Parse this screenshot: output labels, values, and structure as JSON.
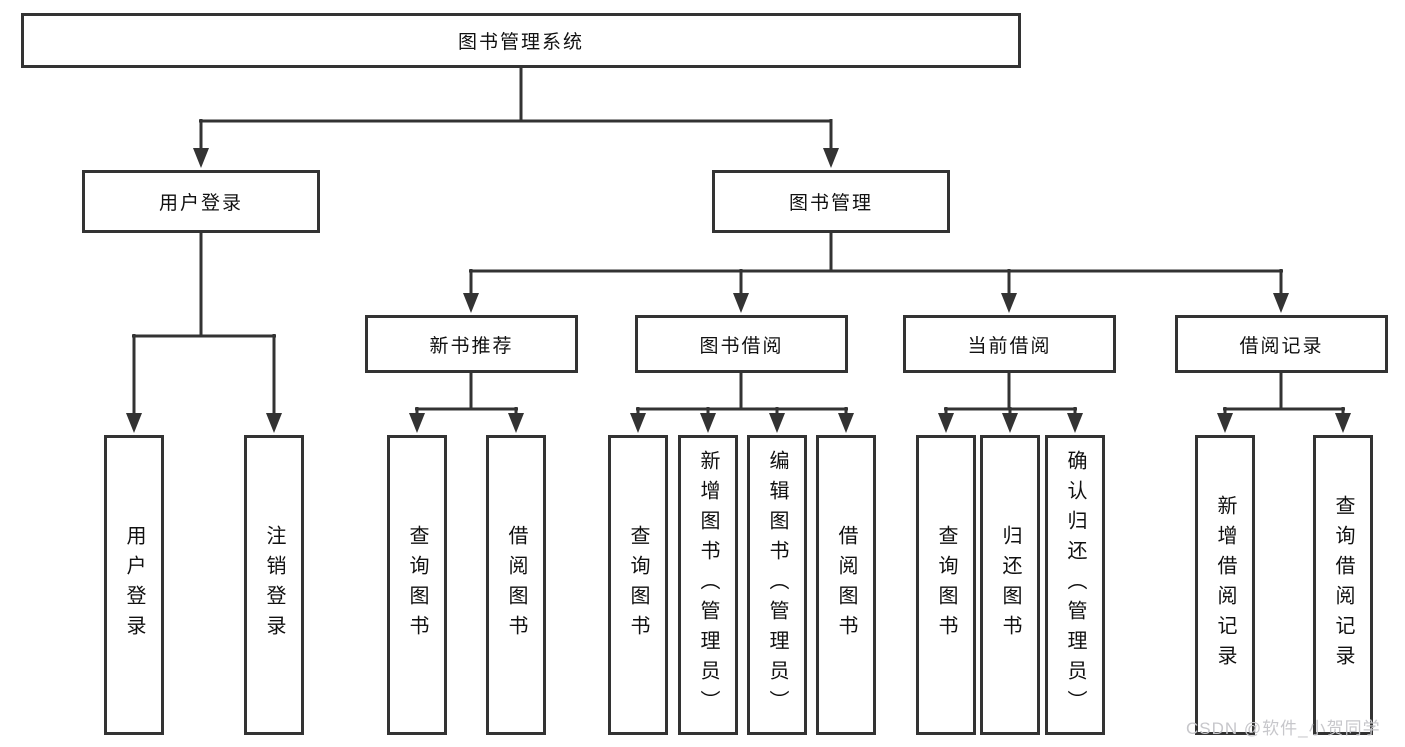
{
  "diagram": {
    "type": "tree-structure-chart",
    "nodes": {
      "root": "图书管理系统",
      "user_login": "用户登录",
      "book_management": "图书管理",
      "new_book_recommend": "新书推荐",
      "book_borrow": "图书借阅",
      "current_borrow": "当前借阅",
      "borrow_record": "借阅记录",
      "leaf_user_login": "用户登录",
      "leaf_logout": "注销登录",
      "leaf_query_book_a": "查询图书",
      "leaf_borrow_book_a": "借阅图书",
      "leaf_query_book_b": "查询图书",
      "leaf_add_book_admin": "新增图书（管理员）",
      "leaf_edit_book_admin": "编辑图书（管理员）",
      "leaf_borrow_book_b": "借阅图书",
      "leaf_query_book_c": "查询图书",
      "leaf_return_book": "归还图书",
      "leaf_confirm_return_admin": "确认归还（管理员）",
      "leaf_add_borrow_record": "新增借阅记录",
      "leaf_query_borrow_record": "查询借阅记录"
    },
    "edges": [
      [
        "图书管理系统",
        "用户登录"
      ],
      [
        "图书管理系统",
        "图书管理"
      ],
      [
        "用户登录",
        "用户登录(叶)"
      ],
      [
        "用户登录",
        "注销登录"
      ],
      [
        "图书管理",
        "新书推荐"
      ],
      [
        "图书管理",
        "图书借阅"
      ],
      [
        "图书管理",
        "当前借阅"
      ],
      [
        "图书管理",
        "借阅记录"
      ],
      [
        "新书推荐",
        "查询图书"
      ],
      [
        "新书推荐",
        "借阅图书"
      ],
      [
        "图书借阅",
        "查询图书"
      ],
      [
        "图书借阅",
        "新增图书（管理员）"
      ],
      [
        "图书借阅",
        "编辑图书（管理员）"
      ],
      [
        "图书借阅",
        "借阅图书"
      ],
      [
        "当前借阅",
        "查询图书"
      ],
      [
        "当前借阅",
        "归还图书"
      ],
      [
        "当前借阅",
        "确认归还（管理员）"
      ],
      [
        "借阅记录",
        "新增借阅记录"
      ],
      [
        "借阅记录",
        "查询借阅记录"
      ]
    ]
  },
  "watermark": "CSDN @软件_小贺同学",
  "colors": {
    "line": "#333333",
    "box_border": "#333333",
    "box_fill": "#ffffff",
    "text": "#111111",
    "watermark": "#c7c7cb",
    "background": "#ffffff"
  }
}
